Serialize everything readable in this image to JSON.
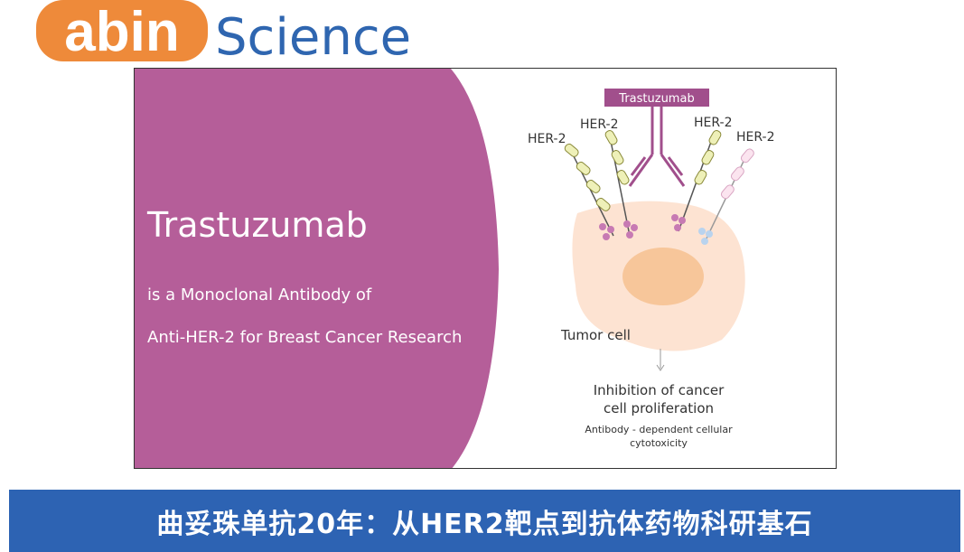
{
  "logo": {
    "brand": "abin",
    "science": "Science",
    "brand_color": "#ee8a3a",
    "science_color": "#2f66b0"
  },
  "figure": {
    "left_title": "Trastuzumab",
    "left_line1": "is a Monoclonal Antibody of",
    "left_line2": "Anti-HER-2 for Breast Cancer Research",
    "left_panel_color": "#b55e99",
    "antibody_label": "Trastuzumab",
    "antibody_color": "#a14f8c",
    "her2_labels": [
      "HER-2",
      "HER-2",
      "HER-2",
      "HER-2"
    ],
    "tumor_cell_label": "Tumor cell",
    "result_line1": "Inhibition of cancer",
    "result_line2": "cell proliferation",
    "result_sub1": "Antibody - dependent cellular",
    "result_sub2": "cytotoxicity",
    "cell_color": "#fde3d2",
    "nucleus_color": "#f7c69a"
  },
  "banner": {
    "text": "曲妥珠单抗20年：从HER2靶点到抗体药物科研基石",
    "color": "#2d63b3"
  }
}
